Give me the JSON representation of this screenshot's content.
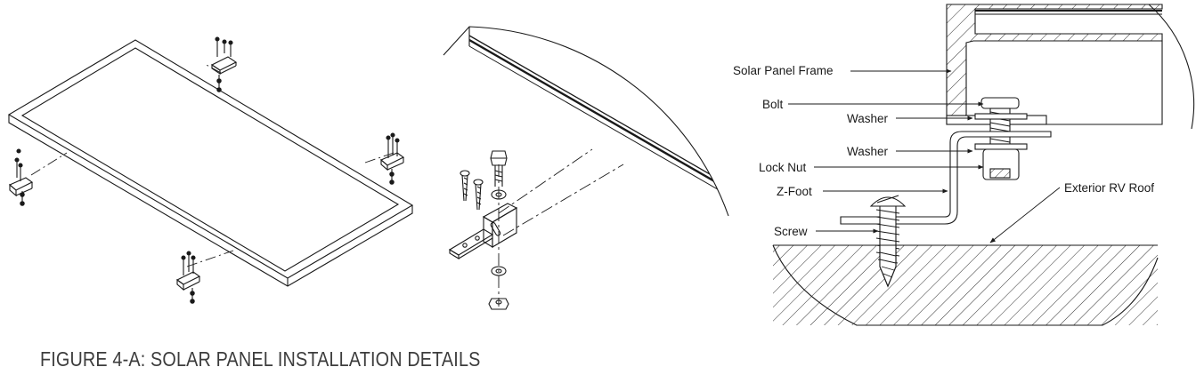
{
  "figure": {
    "caption": "FIGURE 4-A: SOLAR PANEL INSTALLATION DETAILS"
  },
  "detail_labels": {
    "solar_panel_frame": "Solar Panel Frame",
    "bolt": "Bolt",
    "washer_upper": "Washer",
    "washer_lower": "Washer",
    "lock_nut": "Lock Nut",
    "z_foot": "Z-Foot",
    "screw": "Screw",
    "exterior_rv_roof": "Exterior RV Roof"
  },
  "colors": {
    "line": "#1a1a1a",
    "caption": "#3c3c3c",
    "background": "#ffffff"
  }
}
